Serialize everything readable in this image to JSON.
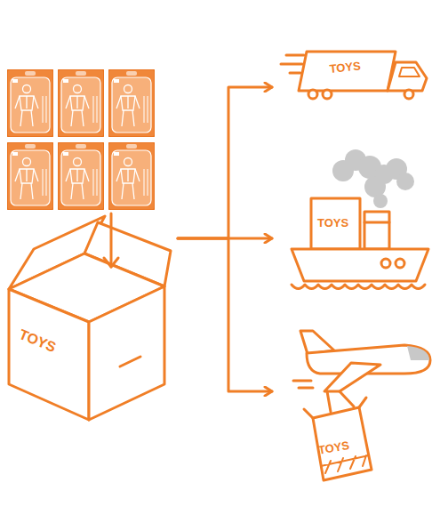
{
  "diagram": {
    "nodes": [
      {
        "text": [
          "TOYS"
        ]
      },
      {
        "text": [
          "TOYS"
        ]
      },
      {
        "text": [
          "TOYS"
        ]
      },
      {
        "text": [
          "TOYS"
        ]
      }
    ],
    "edges": [
      {
        "from": 0,
        "to": 1,
        "arrow": "to"
      },
      {
        "from": 0,
        "to": 2,
        "arrow": "to"
      },
      {
        "from": 0,
        "to": 3,
        "arrow": "to"
      }
    ]
  }
}
